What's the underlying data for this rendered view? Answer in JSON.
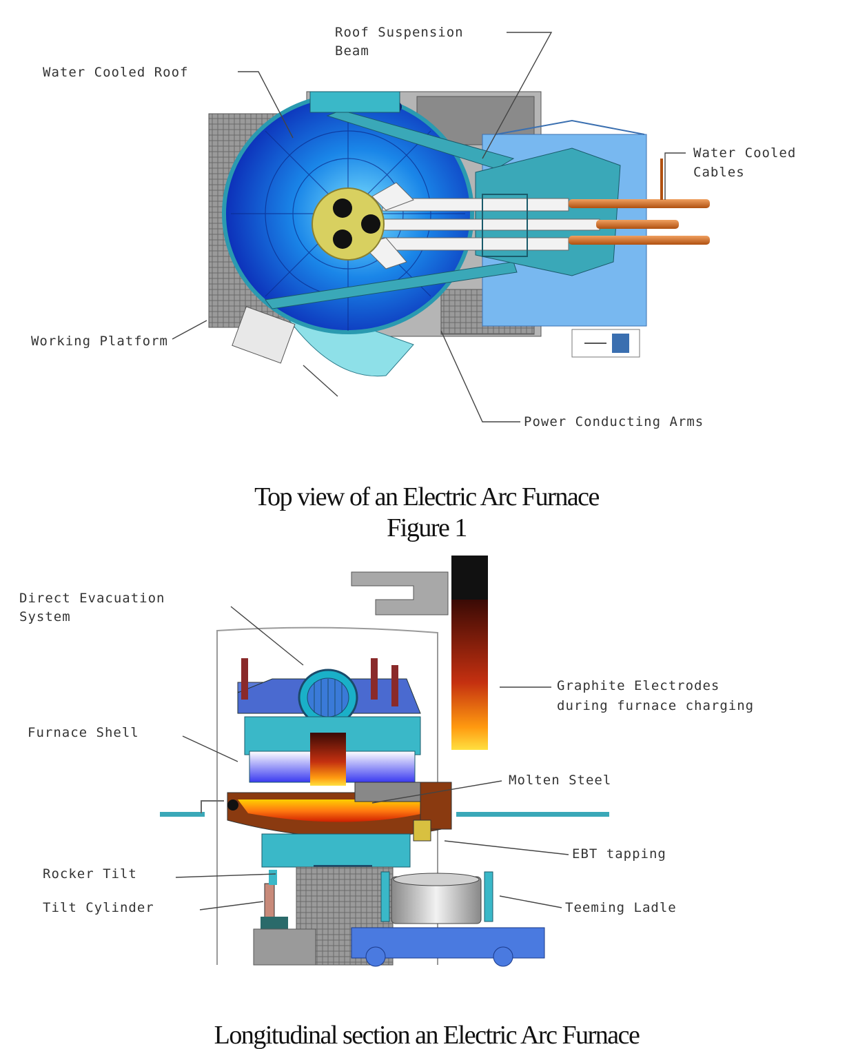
{
  "top_view": {
    "labels": {
      "roof_suspension_1": "Roof Suspension",
      "roof_suspension_2": "Beam",
      "water_cooled_roof": "Water Cooled Roof",
      "water_cooled_cables_1": "Water Cooled",
      "water_cooled_cables_2": "Cables",
      "working_platform": "Working Platform",
      "power_conducting_arms": "Power Conducting Arms"
    },
    "caption": "Top view of an Electric Arc Furnace",
    "figure_number": "Figure 1"
  },
  "section_view": {
    "labels": {
      "direct_evacuation_1": "Direct Evacuation",
      "direct_evacuation_2": "System",
      "graphite_electrodes_1": "Graphite Electrodes",
      "graphite_electrodes_2": "during furnace charging",
      "furnace_shell": "Furnace Shell",
      "molten_steel": "Molten Steel",
      "ebt_tapping": "EBT tapping",
      "rocker_tilt": "Rocker Tilt",
      "tilt_cylinder": "Tilt Cylinder",
      "teeming_ladle": "Teeming Ladle"
    },
    "caption": "Longitudinal section an Electric Arc Furnace"
  }
}
